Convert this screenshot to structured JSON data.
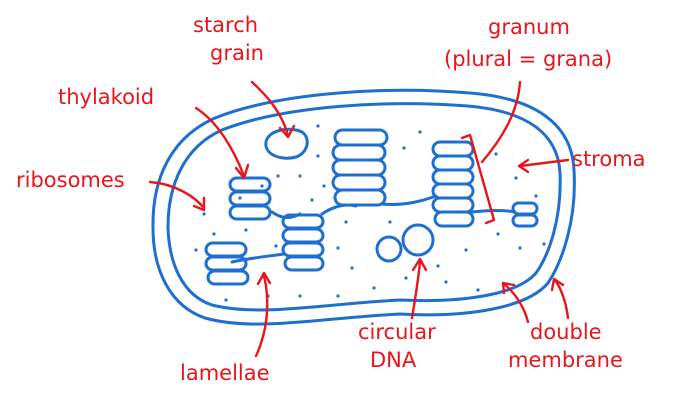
{
  "colors": {
    "structure": "#1f6fd1",
    "labels": "#e8151b",
    "background": "#ffffff"
  },
  "labels": {
    "starch": [
      "starch",
      "grain"
    ],
    "granum": [
      "granum",
      "(plural = grana)"
    ],
    "thylakoid": "thylakoid",
    "stroma": "stroma",
    "ribosomes": "ribosomes",
    "lamellae": "lamellae",
    "circular_dna": [
      "circular",
      "DNA"
    ],
    "double_membrane": [
      "double",
      "membrane"
    ]
  }
}
